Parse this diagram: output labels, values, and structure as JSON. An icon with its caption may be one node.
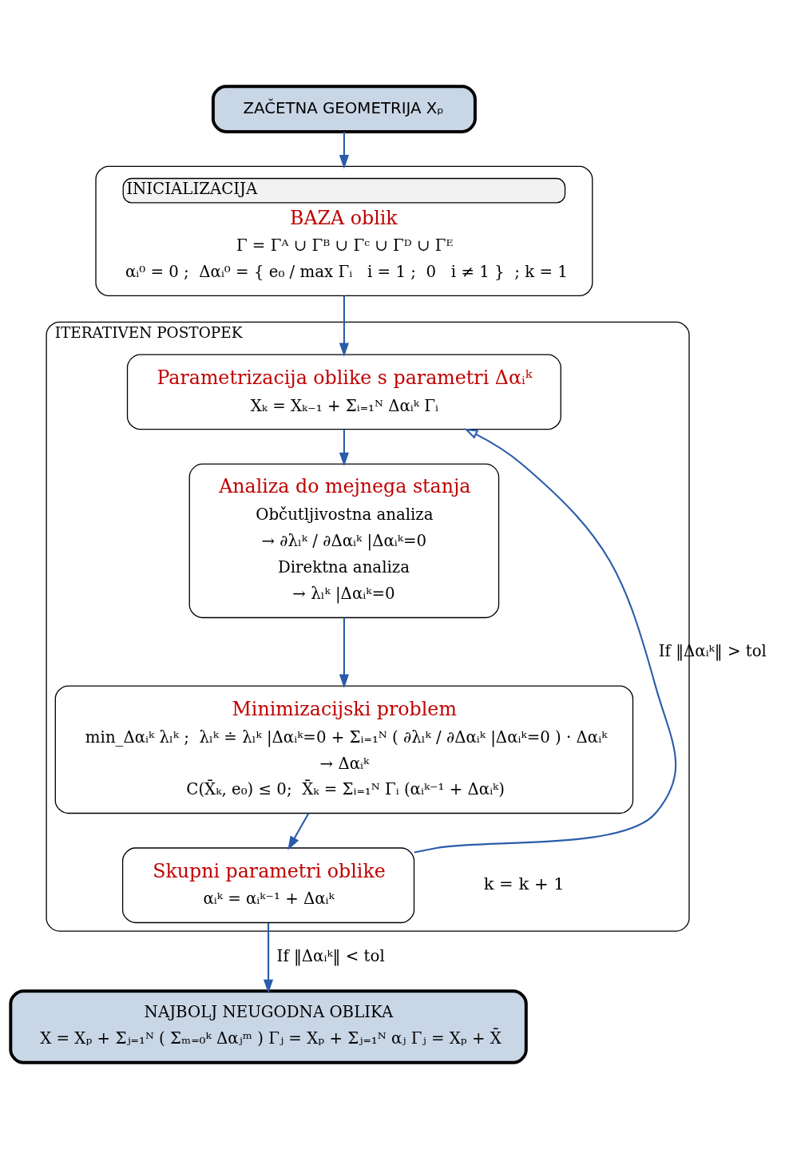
{
  "diagram": {
    "nodes": [
      {
        "text": [
          "ZAČETNA GEOMETRIJA Xₚ"
        ]
      },
      {
        "text": [
          "INICIALIZACIJA",
          "BAZA oblik",
          "Γ = Γᴬ ∪ Γᴮ ∪ Γᶜ ∪ Γᴰ ∪ Γᴱ",
          "αᵢ⁰ = 0 ;  Δαᵢ⁰ = { e₀ / max Γᵢ   i = 1 ;  0   i ≠ 1 }  ; k = 1"
        ]
      },
      {
        "text": [
          "ITERATIVEN POSTOPEK"
        ]
      },
      {
        "text": [
          "Parametrizacija oblike s parametri Δαᵢᵏ",
          "Xₖ = Xₖ₋₁ + Σᵢ₌₁ᴺ Δαᵢᵏ Γᵢ"
        ],
        "in": 2
      },
      {
        "text": [
          "Analiza do mejnega stanja",
          "Občutljivostna analiza",
          "→ ∂λₗᵏ / ∂Δαᵢᵏ |Δαᵢᵏ=0",
          "Direktna analiza",
          "→ λₗᵏ |Δαᵢᵏ=0"
        ],
        "in": 2
      },
      {
        "text": [
          "Minimizacijski problem",
          "min_Δαᵢᵏ λₗᵏ ;  λₗᵏ ≐ λₗᵏ |Δαᵢᵏ=0 + Σᵢ₌₁ᴺ ( ∂λₗᵏ / ∂Δαᵢᵏ |Δαᵢᵏ=0 ) · Δαᵢᵏ",
          "→ Δαᵢᵏ",
          "C(X̄ₖ, e₀) ≤ 0;  X̄ₖ = Σᵢ₌₁ᴺ Γᵢ (αᵢᵏ⁻¹ + Δαᵢᵏ)"
        ],
        "in": 2
      },
      {
        "text": [
          "Skupni parametri oblike",
          "αᵢᵏ = αᵢᵏ⁻¹ + Δαᵢᵏ"
        ],
        "in": 2
      },
      {
        "text": [
          "NAJBOLJ NEUGODNA OBLIKA",
          "X = Xₚ + Σⱼ₌₁ᴺ ( Σₘ₌₀ᵏ Δαⱼᵐ ) Γⱼ = Xₚ + Σⱼ₌₁ᴺ αⱼ Γⱼ = Xₚ + X̄"
        ]
      }
    ],
    "edges": [
      {
        "from": 0,
        "to": 1,
        "arrow": "to"
      },
      {
        "from": 1,
        "to": 3,
        "arrow": "to"
      },
      {
        "from": 3,
        "to": 4,
        "arrow": "to"
      },
      {
        "from": 4,
        "to": 5,
        "arrow": "to"
      },
      {
        "from": 5,
        "to": 6,
        "arrow": "to"
      },
      {
        "from": 6,
        "to": 3,
        "arrow": "to",
        "label": "If ‖Δαᵢᵏ‖ > tol"
      },
      {
        "from": 6,
        "to": 7,
        "arrow": "to",
        "label": "If ‖Δαᵢᵏ‖ < tol"
      }
    ],
    "labels": [
      "k = k + 1"
    ]
  }
}
